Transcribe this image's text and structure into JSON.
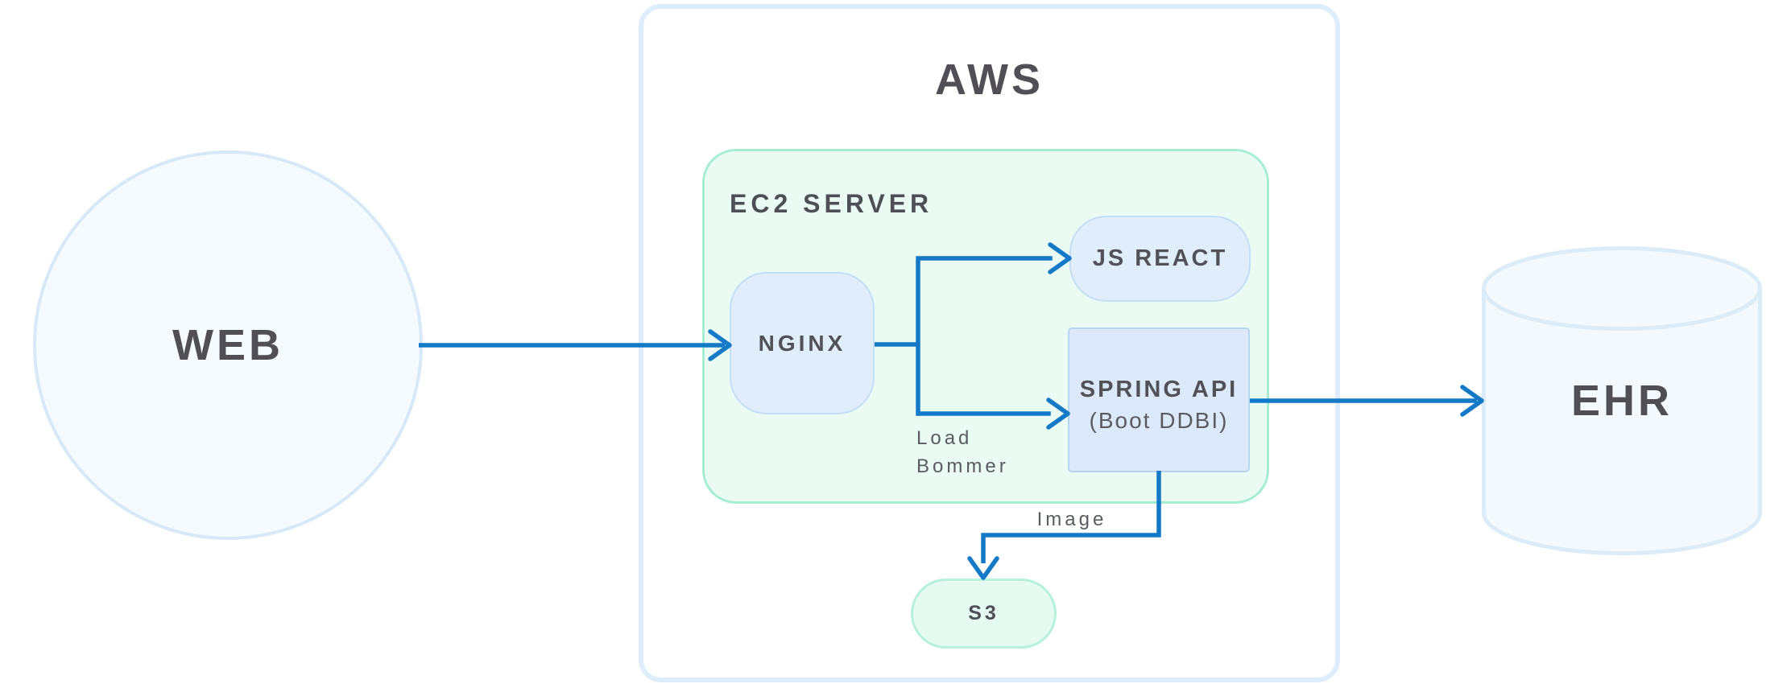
{
  "nodes": {
    "web": {
      "label": "WEB"
    },
    "aws": {
      "label": "AWS"
    },
    "ec2": {
      "label": "EC2 SERVER"
    },
    "nginx": {
      "label": "NGINX"
    },
    "js_react": {
      "label": "JS REACT"
    },
    "spring_api": {
      "label": "SPRING API",
      "sublabel": "(Boot DDBI)"
    },
    "s3": {
      "label": "S3"
    },
    "ehr": {
      "label": "EHR"
    }
  },
  "edge_labels": {
    "load_line1": "Load",
    "load_line2": "Bommer",
    "image": "Image"
  },
  "edges": [
    {
      "from": "WEB",
      "to": "NGINX",
      "label": ""
    },
    {
      "from": "NGINX",
      "to": "JS REACT",
      "label": ""
    },
    {
      "from": "NGINX",
      "to": "SPRING API",
      "label": "Load Bommer"
    },
    {
      "from": "SPRING API",
      "to": "EHR",
      "label": ""
    },
    {
      "from": "SPRING API",
      "to": "S3",
      "label": "Image"
    }
  ],
  "colors": {
    "arrow": "#1479C6",
    "blue_node_fill": "#E0EDFB",
    "blue_node_border": "#C6DDF6",
    "spring_fill": "#DBE9FA",
    "spring_border": "#B7D4F1",
    "mint_fill": "#E9FBF3",
    "mint_border": "#A6EDD1",
    "s3_fill": "#E5FAF1",
    "s3_border": "#B7F1DB",
    "aws_border": "#DDEDFB",
    "web_fill": "#F5FAFE",
    "web_border": "#D7E9F8",
    "ehr_fill": "#F4F9FD",
    "ehr_border": "#DCEBF8",
    "label_dark": "#504F55",
    "label_gray": "#595C60"
  }
}
